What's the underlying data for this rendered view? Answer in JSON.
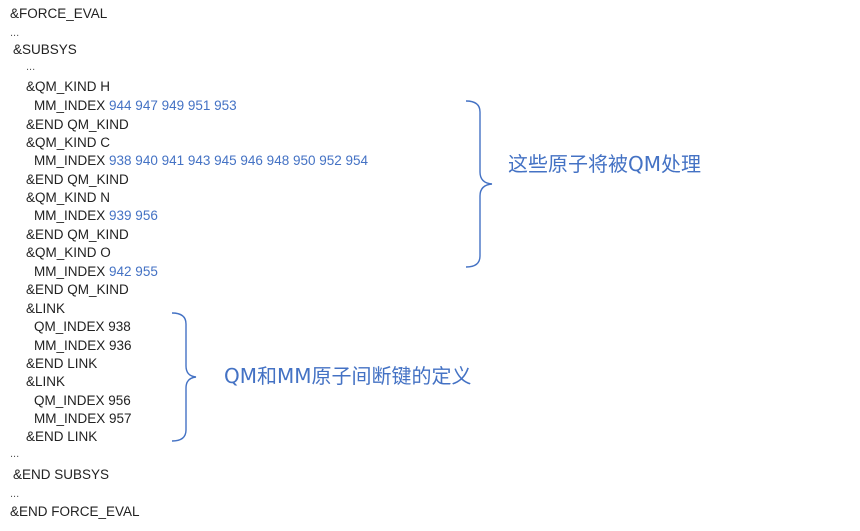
{
  "code": {
    "force_eval_open": "&FORCE_EVAL",
    "ellipsis": "...",
    "subsys_open": "&SUBSYS",
    "qm_kinds": [
      {
        "open": "&QM_KIND H",
        "mm_label": "MM_INDEX",
        "indices": "944 947 949 951 953",
        "close": "&END QM_KIND"
      },
      {
        "open": "&QM_KIND C",
        "mm_label": "MM_INDEX",
        "indices": "938 940 941 943 945 946 948 950 952 954",
        "close": "&END QM_KIND"
      },
      {
        "open": "&QM_KIND N",
        "mm_label": "MM_INDEX",
        "indices": "939 956",
        "close": "&END QM_KIND"
      },
      {
        "open": "&QM_KIND O",
        "mm_label": "MM_INDEX",
        "indices": "942 955",
        "close": "&END QM_KIND"
      }
    ],
    "links": [
      {
        "open": "&LINK",
        "qm_index": "QM_INDEX 938",
        "mm_index": "MM_INDEX 936",
        "close": "&END LINK"
      },
      {
        "open": "&LINK",
        "qm_index": "QM_INDEX 956",
        "mm_index": "MM_INDEX 957",
        "close": "&END LINK"
      }
    ],
    "subsys_close": "&END SUBSYS",
    "force_eval_close": "&END FORCE_EVAL"
  },
  "annotations": {
    "qm_atoms": "这些原子将被QM处理",
    "link_definition": "QM和MM原子间断键的定义"
  },
  "colors": {
    "text": "#222222",
    "accent": "#4472c4"
  }
}
